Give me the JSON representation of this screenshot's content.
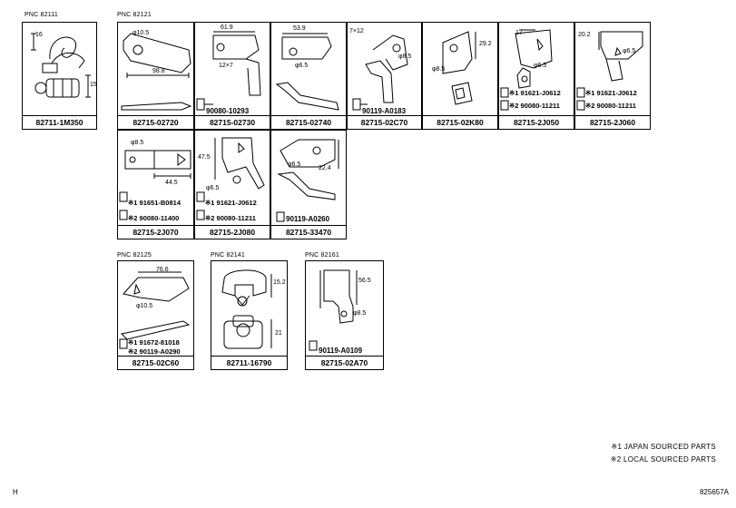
{
  "pnc_labels": [
    "PNC 82111",
    "PNC 82121",
    "PNC 82125",
    "PNC 82141",
    "PNC 82161"
  ],
  "parts": [
    {
      "pn": "82711-1M350",
      "dims": [
        "16",
        "15"
      ],
      "subs": []
    },
    {
      "pn": "82715-02720",
      "dims": [
        "φ10.5",
        "98.8"
      ],
      "subs": []
    },
    {
      "pn": "82715-02730",
      "dims": [
        "61.9",
        "12×7"
      ],
      "subs": [
        "90080-10293"
      ]
    },
    {
      "pn": "82715-02740",
      "dims": [
        "53.9",
        "φ6.5"
      ],
      "subs": []
    },
    {
      "pn": "82715-02C70",
      "dims": [
        "7×12",
        "φ8.5"
      ],
      "subs": [
        "90119-A0183"
      ]
    },
    {
      "pn": "82715-02K80",
      "dims": [
        "29.2",
        "φ8.5"
      ],
      "subs": []
    },
    {
      "pn": "82715-2J050",
      "dims": [
        "17",
        "φ6.5"
      ],
      "subs": [
        "※1 91621-J0612",
        "※2 90080-11211"
      ]
    },
    {
      "pn": "82715-2J060",
      "dims": [
        "20.2",
        "φ6.5"
      ],
      "subs": [
        "※1 91621-J0612",
        "※2 90080-11211"
      ]
    },
    {
      "pn": "82715-2J070",
      "dims": [
        "φ8.5",
        "44.5"
      ],
      "subs": [
        "※1 91651-B0814",
        "※2 90080-11400"
      ]
    },
    {
      "pn": "82715-2J080",
      "dims": [
        "47.5",
        "φ6.5"
      ],
      "subs": [
        "※1 91621-J0612",
        "※2 90080-11211"
      ]
    },
    {
      "pn": "82715-33470",
      "dims": [
        "φ6.5",
        "22.4"
      ],
      "subs": [
        "90119-A0260"
      ]
    },
    {
      "pn": "82715-02C60",
      "dims": [
        "76.6",
        "φ10.5"
      ],
      "subs": [
        "※1 91672-81018",
        "※2 90119-A0290"
      ]
    },
    {
      "pn": "82711-16790",
      "dims": [
        "15.2",
        "21"
      ],
      "subs": []
    },
    {
      "pn": "82715-02A70",
      "dims": [
        "56.5",
        "φ8.5"
      ],
      "subs": [
        "90119-A0109"
      ]
    }
  ],
  "legend": [
    "※1 JAPAN SOURCED PARTS",
    "※2 LOCAL SOURCED PARTS"
  ],
  "corner_left": "H",
  "corner_right": "825657A"
}
